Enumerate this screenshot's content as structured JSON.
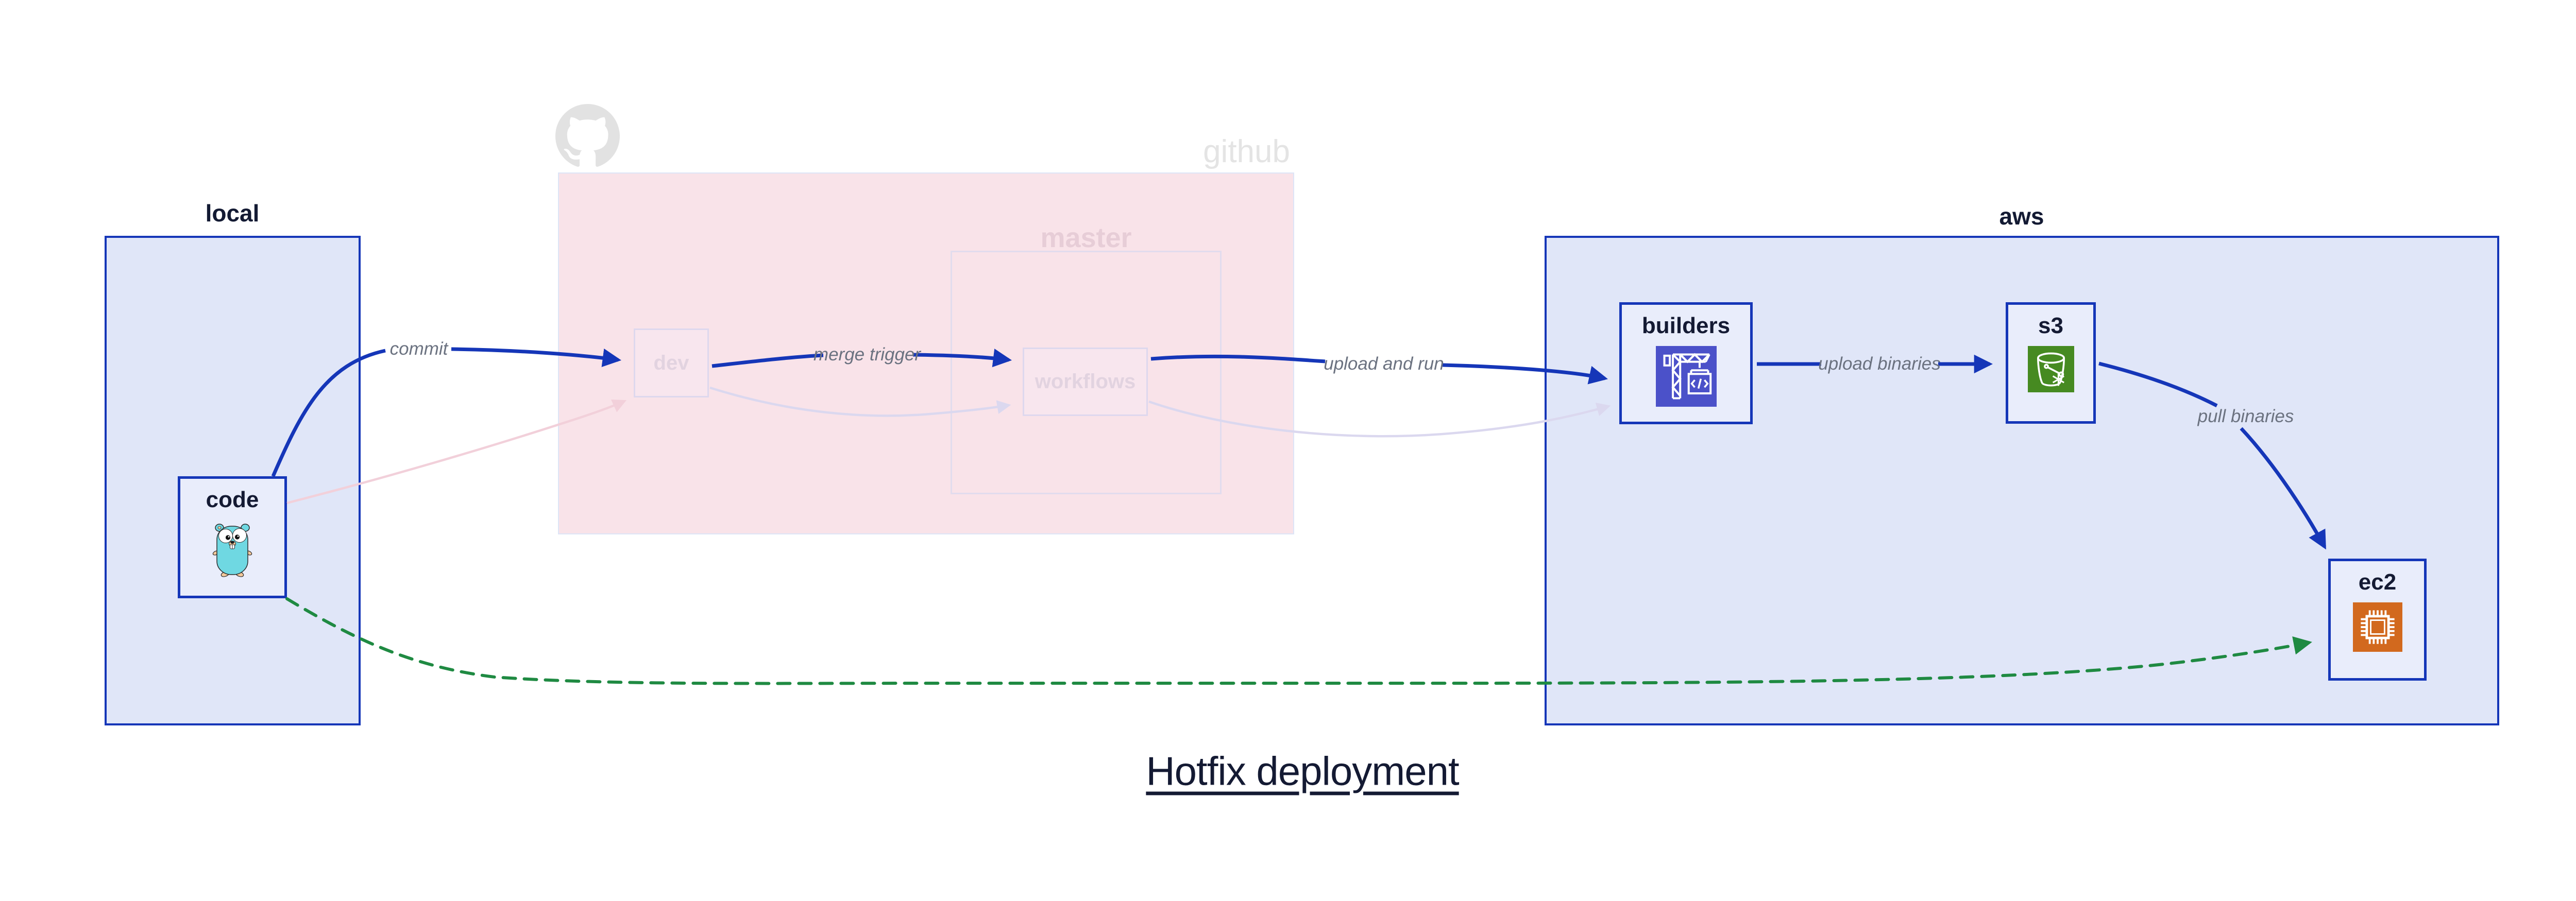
{
  "diagram_title": "Hotfix deployment",
  "containers": {
    "local": {
      "label": "local"
    },
    "github": {
      "label": "github",
      "master": {
        "label": "master"
      }
    },
    "aws": {
      "label": "aws"
    }
  },
  "nodes": {
    "code": {
      "label": "code",
      "icon": "go-gopher"
    },
    "dev": {
      "label": "dev"
    },
    "workflows": {
      "label": "workflows"
    },
    "builders": {
      "label": "builders",
      "icon": "codebuild-crane"
    },
    "s3": {
      "label": "s3",
      "icon": "s3-glacier-bucket"
    },
    "ec2": {
      "label": "ec2",
      "icon": "ec2-chip"
    }
  },
  "edges": {
    "commit": {
      "label": "commit",
      "from": "code",
      "to": "dev",
      "state": "active"
    },
    "merge_trigger": {
      "label": "merge trigger",
      "from": "dev",
      "to": "workflows",
      "state": "active"
    },
    "upload_and_run": {
      "label": "upload and run",
      "from": "workflows",
      "to": "builders",
      "state": "active"
    },
    "upload_binaries": {
      "label": "upload binaries",
      "from": "builders",
      "to": "s3",
      "state": "active"
    },
    "pull_binaries": {
      "label": "pull binaries",
      "from": "s3",
      "to": "ec2",
      "state": "active"
    },
    "hotfix_path": {
      "label": "",
      "from": "code",
      "to": "ec2",
      "state": "dashed-green"
    },
    "ghost_code_dev": {
      "label": "",
      "from": "code",
      "to": "dev",
      "state": "faded-pink"
    },
    "ghost_dev_workflows": {
      "label": "",
      "from": "dev",
      "to": "workflows",
      "state": "faded-lavender"
    },
    "ghost_workflows_build": {
      "label": "",
      "from": "workflows",
      "to": "builders",
      "state": "faded-lavender"
    }
  },
  "colors": {
    "edge_active_blue": "#1536b8",
    "edge_hotfix_green": "#1f8a42",
    "edge_ghost_pink": "#f2d0da",
    "edge_ghost_lavender": "#dbd8ef",
    "container_fill": "#e0e6f8",
    "container_border": "#1536b8",
    "node_fill": "#e9edfb",
    "github_container_fill": "#f9e3e9",
    "ghost_node_fill": "#f8e6ee",
    "ghost_node_border": "#ded8ee",
    "builders_icon_bg": "#4b51c9",
    "s3_icon_bg": "#468a21",
    "ec2_icon_bg": "#d2691e",
    "gopher_body": "#6fd8e2",
    "octocat_gray": "#e2e2e2"
  }
}
